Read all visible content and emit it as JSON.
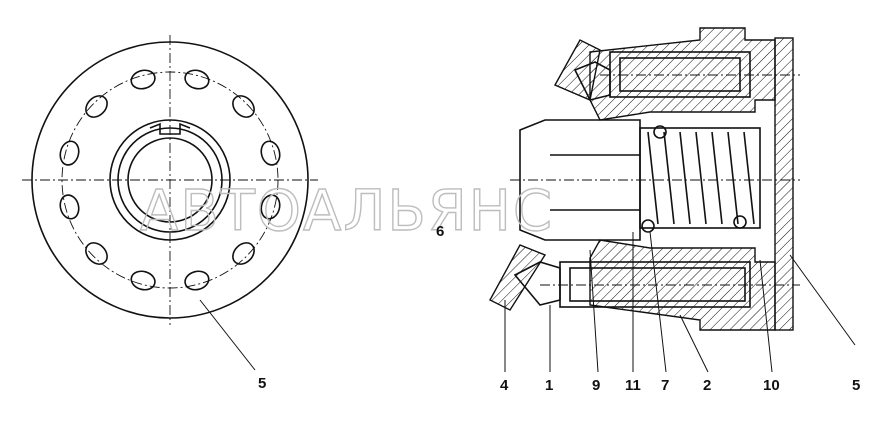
{
  "watermark": "АВТОАЛЬЯНС",
  "callouts": {
    "front_view_5": "5",
    "center_6": "6",
    "c4": "4",
    "c1": "1",
    "c9": "9",
    "c11": "11",
    "c7": "7",
    "c2": "2",
    "c10": "10",
    "c5": "5"
  },
  "colors": {
    "line": "#111111",
    "watermark": "#bdbdbd",
    "background": "#ffffff"
  }
}
